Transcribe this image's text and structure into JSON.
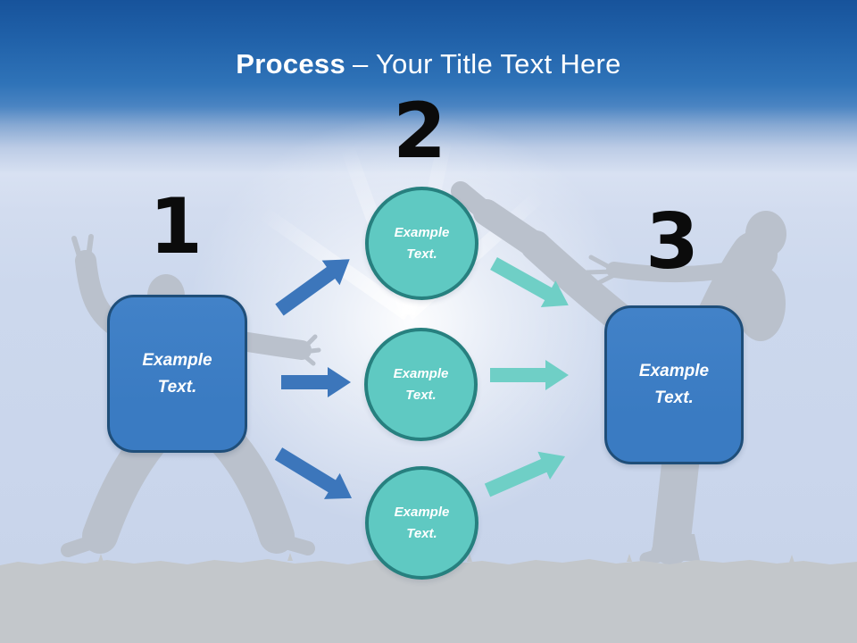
{
  "slide": {
    "title_bold": "Process",
    "title_regular": "– Your Title Text Here"
  },
  "steps": [
    {
      "number": "1"
    },
    {
      "number": "2"
    },
    {
      "number": "3"
    }
  ],
  "left_box": {
    "line1": "Example",
    "line2": "Text."
  },
  "right_box": {
    "line1": "Example",
    "line2": "Text."
  },
  "circles": [
    {
      "line1": "Example",
      "line2": "Text."
    },
    {
      "line1": "Example",
      "line2": "Text."
    },
    {
      "line1": "Example",
      "line2": "Text."
    }
  ],
  "colors": {
    "header_top": "#17539B",
    "header_mid": "#2F73B8",
    "sky": "#CCD8ED",
    "ground": "#C3C7CB",
    "silhouette": "#BAC1CC",
    "box_fill": "#3A7BC2",
    "box_border": "#1F4E79",
    "circle_fill": "#5FC9C2",
    "circle_border": "#27807F",
    "arrow_blue": "#3C76BB",
    "arrow_teal": "#6FCFC6",
    "number": "#0B0B0B",
    "title": "#FFFFFF"
  }
}
